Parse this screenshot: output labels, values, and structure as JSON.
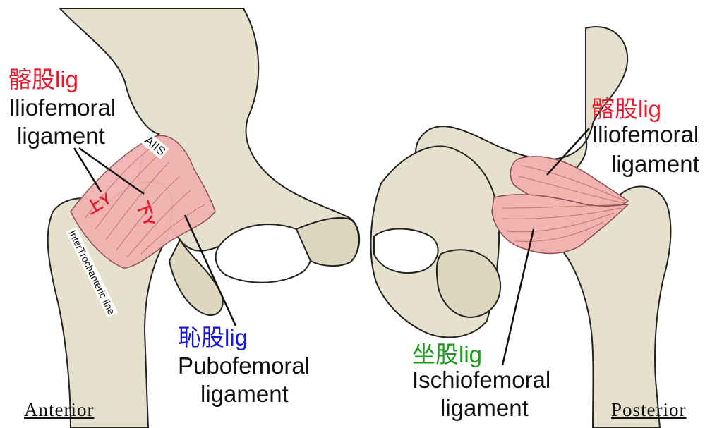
{
  "anterior": {
    "iliofemoral_cn": "髂股lig",
    "iliofemoral_en_1": "Iliofemoral",
    "iliofemoral_en_2": "ligament",
    "aiis": "AIIS",
    "upper_band": "上Y",
    "lower_band": "下Y",
    "intertrochanteric": "InterTrochanteric line",
    "pubofemoral_cn": "恥股lig",
    "pubofemoral_en_1": "Pubofemoral",
    "pubofemoral_en_2": "ligament",
    "view_label": "Anterior"
  },
  "posterior": {
    "iliofemoral_cn": "髂股lig",
    "iliofemoral_en_1": "Iliofemoral",
    "iliofemoral_en_2": "ligament",
    "ischiofemoral_cn": "坐股lig",
    "ischiofemoral_en_1": "Ischiofemoral",
    "ischiofemoral_en_2": "ligament",
    "view_label": "Posterior"
  },
  "colors": {
    "bone": "#e6e1cc",
    "bone_outline": "#222222",
    "ligament": "#f2b3b0",
    "chinese_iliofemoral": "#e8192c",
    "chinese_pubofemoral": "#1717d9",
    "chinese_ischiofemoral": "#1f9a1f"
  }
}
